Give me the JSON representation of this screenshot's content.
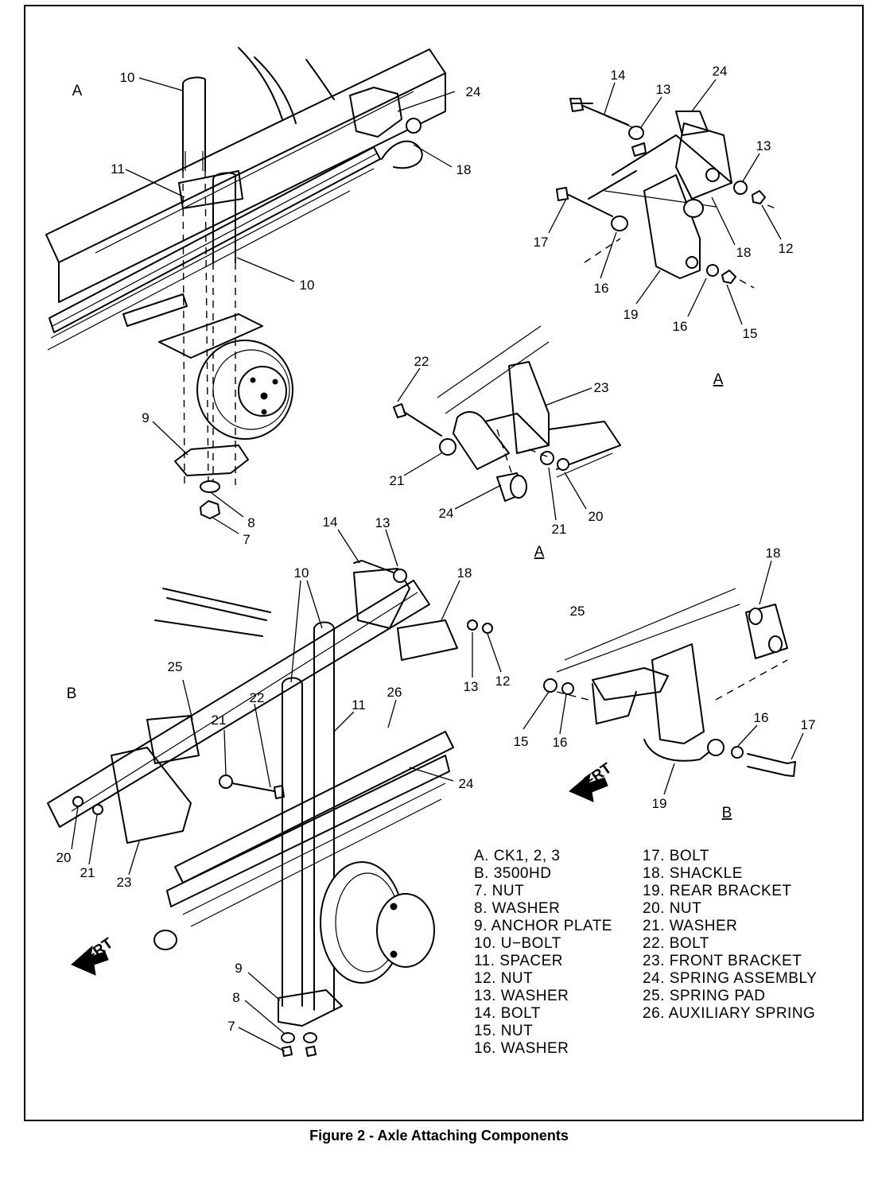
{
  "caption": "Figure 2 - Axle Attaching Components",
  "view_labels": [
    "A",
    "A",
    "A",
    "B",
    "B"
  ],
  "callouts": [
    "10",
    "24",
    "11",
    "18",
    "10",
    "9",
    "8",
    "7",
    "14",
    "13",
    "24",
    "13",
    "17",
    "18",
    "12",
    "16",
    "19",
    "16",
    "15",
    "22",
    "23",
    "21",
    "24",
    "21",
    "20",
    "14",
    "13",
    "10",
    "18",
    "25",
    "18",
    "13",
    "12",
    "11",
    "26",
    "25",
    "22",
    "21",
    "24",
    "15",
    "16",
    "16",
    "17",
    "20",
    "21",
    "23",
    "19",
    "9",
    "8",
    "7"
  ],
  "frt_labels": [
    "FRT",
    "FRT"
  ],
  "legend": {
    "column1": [
      "A. CK1, 2, 3",
      "B. 3500HD",
      "7. NUT",
      "8. WASHER",
      "9. ANCHOR PLATE",
      "10. U−BOLT",
      "11. SPACER",
      "12. NUT",
      "13. WASHER",
      "14. BOLT",
      "15. NUT",
      "16. WASHER"
    ],
    "column2": [
      "17. BOLT",
      "18. SHACKLE",
      "19. REAR BRACKET",
      "20. NUT",
      "21. WASHER",
      "22. BOLT",
      "23. FRONT BRACKET",
      "24. SPRING ASSEMBLY",
      "25. SPRING PAD",
      "26. AUXILIARY SPRING"
    ]
  }
}
